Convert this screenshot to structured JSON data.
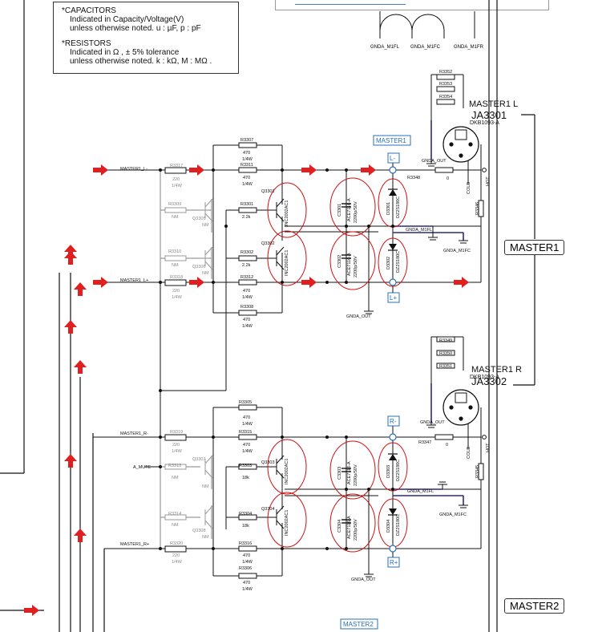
{
  "notes": {
    "cap_title": "*CAPACITORS",
    "cap_line1": "Indicated in Capacity/Voltage(V)",
    "cap_line2": "unless otherwise noted.  u : µF, p : pF",
    "res_title": "*RESISTORS",
    "res_line1": "Indicated in  Ω , ± 5% tolerance",
    "res_line2": "unless otherwise noted.  k : kΩ, M : MΩ ."
  },
  "tags": {
    "master1": "MASTER1",
    "master2": "MASTER2",
    "master1_small": "MASTER1",
    "master2_small": "MASTER2",
    "l_minus": "L-",
    "l_plus": "L+",
    "r_minus": "R-",
    "r_plus": "R+"
  },
  "jacks": {
    "l_title": "MASTER1 L",
    "l_ref": "JA3301",
    "l_part": "DKB1093-A",
    "r_title": "MASTER1 R",
    "r_ref": "JA3302",
    "r_part": "DKB1093-A",
    "hot": "HOT",
    "cold": "COLD"
  },
  "top_grounds": [
    "GNDA_M1FL",
    "GNDA_M1FC",
    "GNDA_M1FR"
  ],
  "nets": {
    "m1_l_minus": "MASTER1_L-",
    "m1_l_plus": "MASTER1_L+",
    "m1_r_minus": "MASTER1_R-",
    "m1_r_plus": "MASTER1_R+",
    "a_mute": "A_MUTE",
    "gnda_out": "GNDA_OUT",
    "gnda_m1fl": "GNDA_M1FL",
    "gnda_m1fc": "GNDA_M1FC"
  },
  "resistors": {
    "r3352": "R3352",
    "r3353": "R3353",
    "r3354": "R3354",
    "r3349": "R3349",
    "r3350": "R3350",
    "r3351": "R3351",
    "r3307": "R3307",
    "r3307_v": "470",
    "r3307_w": "1/4W",
    "r3311": "R3311",
    "r3311_v": "470",
    "r3311_w": "1/4W",
    "r3317": "R3317",
    "r3317_v": "220",
    "r3317_w": "1/4W",
    "r3309": "R3309",
    "r3309_v": "NM",
    "r3301": "R3301",
    "r3301_v": "2.2k",
    "r3310": "R3310",
    "r3310_v": "NM",
    "r3302": "R3302",
    "r3302_v": "2.2k",
    "r3318": "R3318",
    "r3318_v": "220",
    "r3318_w": "1/4W",
    "r3312": "R3312",
    "r3312_v": "470",
    "r3312_w": "1/4W",
    "r3308": "R3308",
    "r3308_v": "470",
    "r3308_w": "1/4W",
    "r3348": "R3348",
    "r3348_v": "0",
    "r3346": "R3346",
    "r3305": "R3305",
    "r3305_v": "470",
    "r3305_w": "1/4W",
    "r3315": "R3315",
    "r3315_v": "470",
    "r3315_w": "1/4W",
    "r3319": "R3319",
    "r3319_v": "220",
    "r3319_w": "1/4W",
    "r3313": "R3313",
    "r3313_v": "NM",
    "r3303": "R3303",
    "r3303_v": "18k",
    "r3314": "R3314",
    "r3314_v": "NM",
    "r3304": "R3304",
    "r3304_v": "18k",
    "r3320": "R3320",
    "r3320_v": "220",
    "r3320_w": "1/4W",
    "r3316": "R3316",
    "r3316_v": "470",
    "r3316_w": "1/4W",
    "r3306": "R3306",
    "r3306_v": "470",
    "r3306_w": "1/4W",
    "r3347": "R3347",
    "r3347_v": "0",
    "r3345": "R3345"
  },
  "transistors": {
    "q3301": "Q3301",
    "q3301_p": "INC2002AC1",
    "q3302": "Q3302",
    "q3302_p": "INC2002AC1",
    "q3305": "Q3305",
    "q3305_v": "NM",
    "q3306": "Q3306",
    "q3306_v": "NM",
    "q3303": "Q3303",
    "q3303_p": "INC2002AC1",
    "q3304": "Q3304",
    "q3304_p": "INC2002AC1",
    "q3307": "Q3307",
    "q3307_v": "NM",
    "q3308": "Q3308",
    "q3308_v": "NM"
  },
  "capacitors": {
    "c3301": "C3301",
    "c3301_p": "ACE7116-A",
    "c3301_v": "2200p/50V",
    "c3302": "C3302",
    "c3302_p": "ACE7116-A",
    "c3302_v": "2200p/50V",
    "c3303": "C3303",
    "c3303_p": "ACE7116-A",
    "c3303_v": "2200p/50V",
    "c3304": "C3304",
    "c3304_p": "ACE7116-A",
    "c3304_v": "2200p/50V"
  },
  "diodes": {
    "d3301": "D3301",
    "d3301_p": "DZ2S180C",
    "d3302": "D3302",
    "d3302_p": "DZ2S180C",
    "d3303": "D3303",
    "d3303_p": "DZ2S180C",
    "d3304": "D3304",
    "d3304_p": "DZ2S180C"
  },
  "colors": {
    "wire": "#111111",
    "gray_wire": "#9a9a9a",
    "highlight_wire": "#2b2b7a",
    "arrow": "#e02020",
    "circle": "#d01010",
    "tag_blue": "#2a6fb8"
  }
}
